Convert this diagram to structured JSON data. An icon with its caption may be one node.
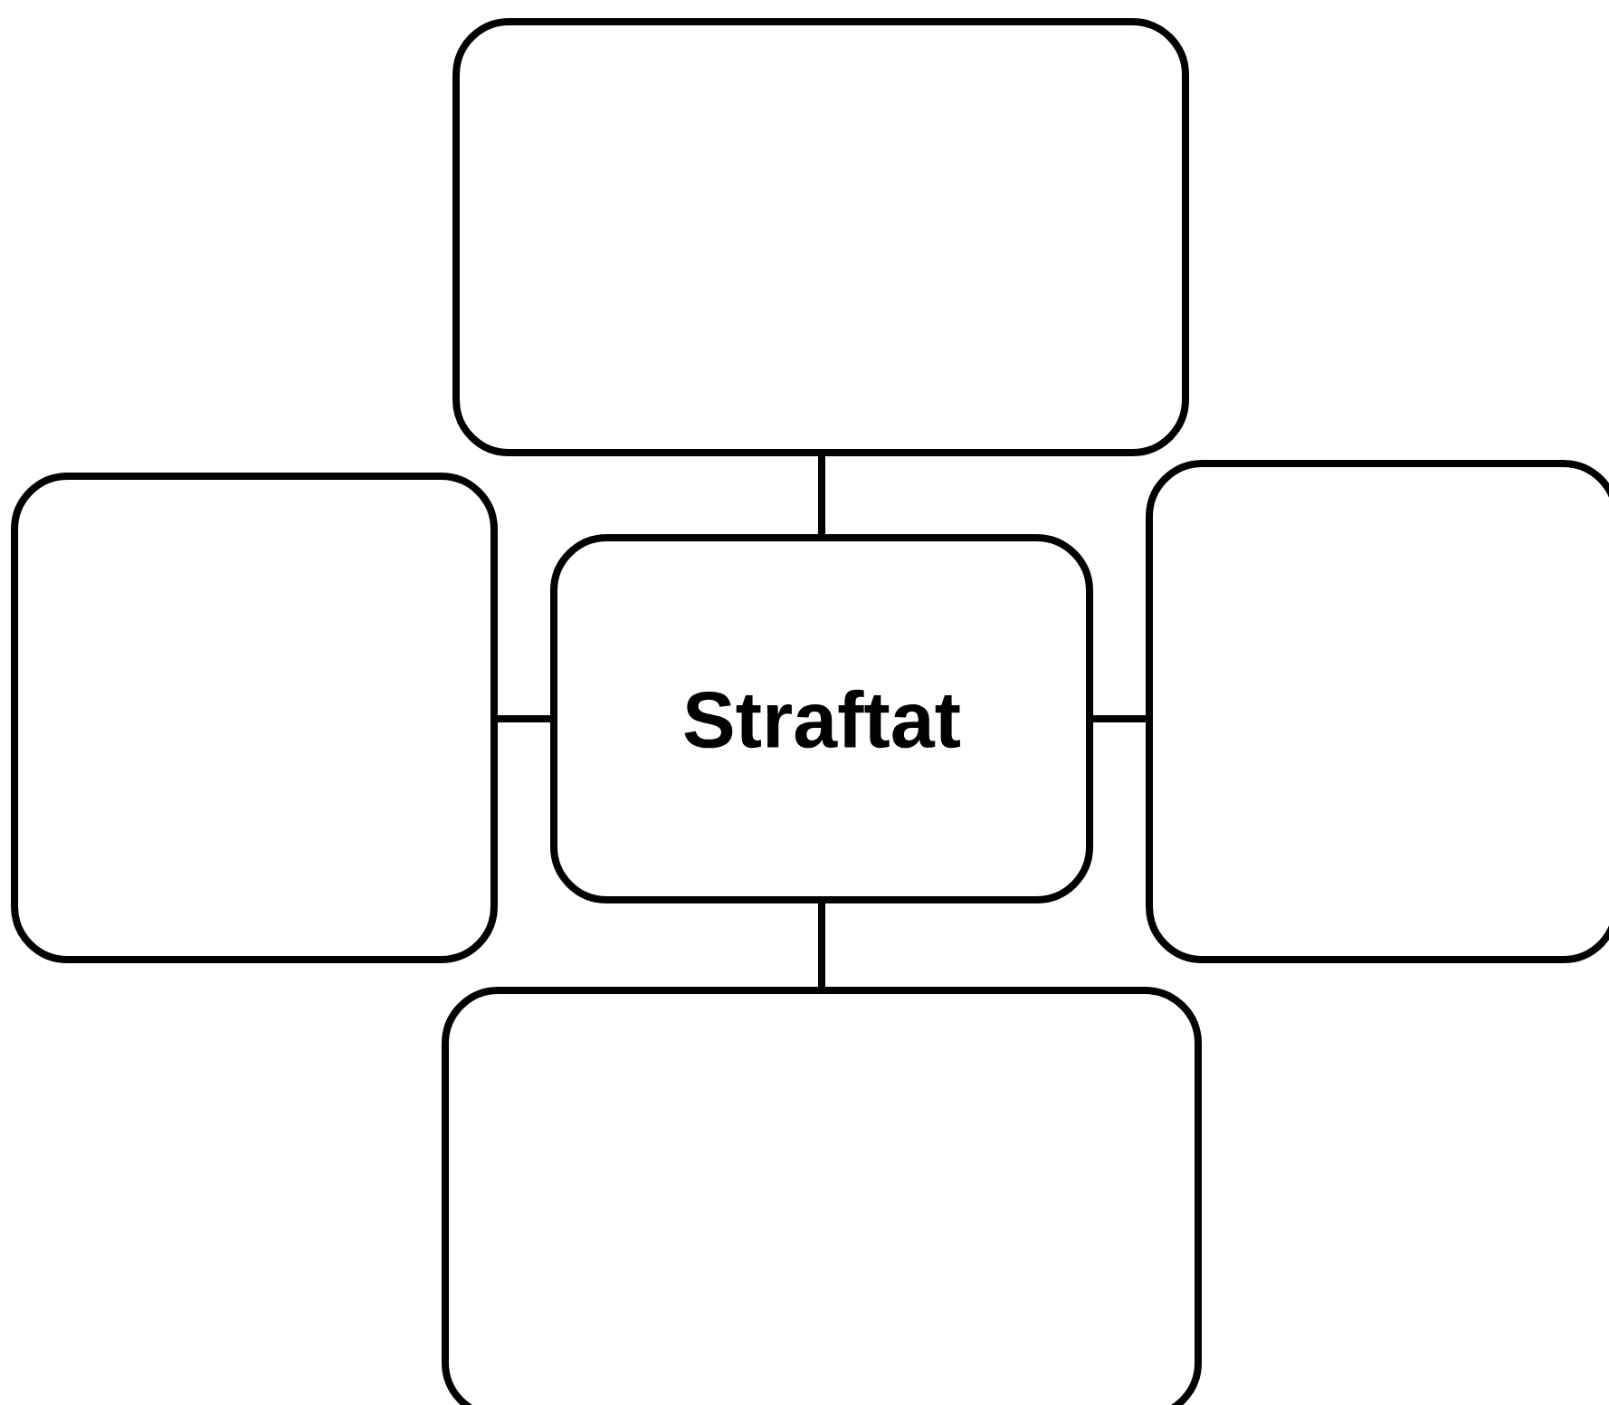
{
  "diagram": {
    "nodes": [
      {
        "text": [],
        "shape": "box"
      },
      {
        "text": [],
        "shape": "box"
      },
      {
        "text": [
          "Straftat"
        ]
      },
      {
        "text": [],
        "shape": "box"
      },
      {
        "text": [],
        "shape": "box"
      }
    ],
    "edges": [
      {
        "from": 2,
        "to": 0,
        "arrow": "none"
      },
      {
        "from": 2,
        "to": 1,
        "arrow": "none"
      },
      {
        "from": 2,
        "to": 3,
        "arrow": "none"
      },
      {
        "from": 2,
        "to": 4,
        "arrow": "none"
      }
    ]
  }
}
